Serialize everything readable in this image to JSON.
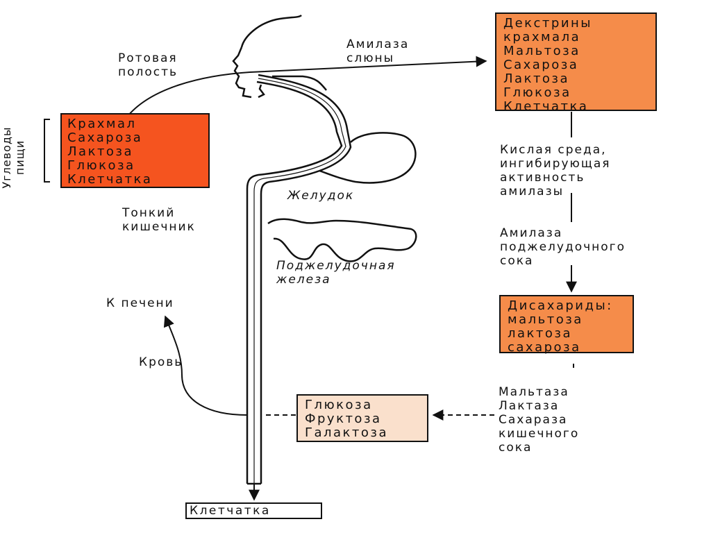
{
  "labels": {
    "oral_cavity": "Ротовая\nполость",
    "saliva_amylase": "Амилаза\nслюны",
    "food_carbs": "Углеводы пищи",
    "stomach": "Желудок",
    "small_intestine": "Тонкий\nкишечник",
    "pancreas": "Поджелудочная\nжелеза",
    "to_liver": "К печени",
    "blood": "Кровь",
    "acid_env": "Кислая среда,\nингибирующая\nактивность\nамилазы",
    "pancreatic_amylase": "Амилаза\nподжелудочного\nсока",
    "intestinal_enzymes": "Мальтаза\nЛактаза\nСахараза\nкишечного\nсока"
  },
  "boxes": {
    "food": [
      "Крахмал",
      "Сахароза",
      "Лактоза",
      "Глюкоза",
      "Клетчатка"
    ],
    "dextrins": [
      "Декстрины",
      "крахмала",
      "Мальтоза",
      "Сахароза",
      "Лактоза",
      "Глюкоза",
      "Клетчатка"
    ],
    "disaccharides": [
      "Дисахариды:",
      "мальтоза",
      "лактоза",
      "сахароза"
    ],
    "monosaccharides": [
      "Глюкоза",
      "Фруктоза",
      "Галактоза"
    ],
    "fiber_out": "Клетчатка"
  },
  "colors": {
    "food_box": "#f5541f",
    "dextrins_box": "#f58c4a",
    "disaccharides_box": "#f58c4a",
    "monosaccharides_box": "#fae0cc"
  }
}
